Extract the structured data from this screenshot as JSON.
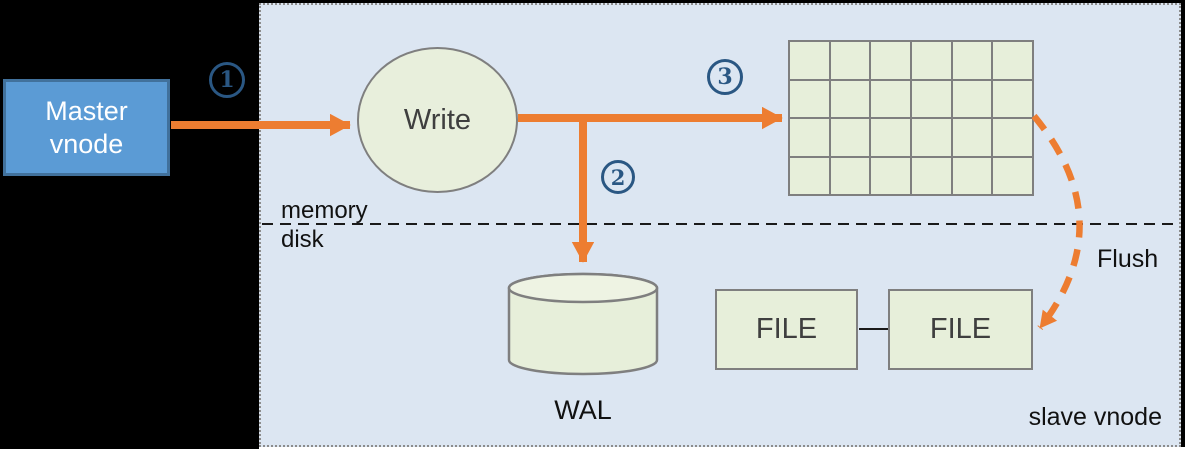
{
  "diagram": {
    "master": {
      "label": "Master\nvnode"
    },
    "write": {
      "label": "Write"
    },
    "wal": {
      "label": "WAL"
    },
    "files": [
      {
        "label": "FILE"
      },
      {
        "label": "FILE"
      }
    ],
    "layers": {
      "memory": "memory",
      "disk": "disk"
    },
    "flush_label": "Flush",
    "slave_label": "slave vnode",
    "steps": [
      {
        "number": "1"
      },
      {
        "number": "2"
      },
      {
        "number": "3"
      }
    ],
    "memtable_grid": {
      "rows": 4,
      "cols": 6
    },
    "colors": {
      "arrow_orange": "#ed7d31",
      "node_green_fill": "#e7efda",
      "node_border_gray": "#7f7f7f",
      "master_blue_fill": "#5b9bd5",
      "master_blue_border": "#41719c",
      "container_fill": "#dce6f2",
      "container_border": "#8c8c8c",
      "step_badge_navy": "#2a5783",
      "background": "#000000"
    }
  }
}
